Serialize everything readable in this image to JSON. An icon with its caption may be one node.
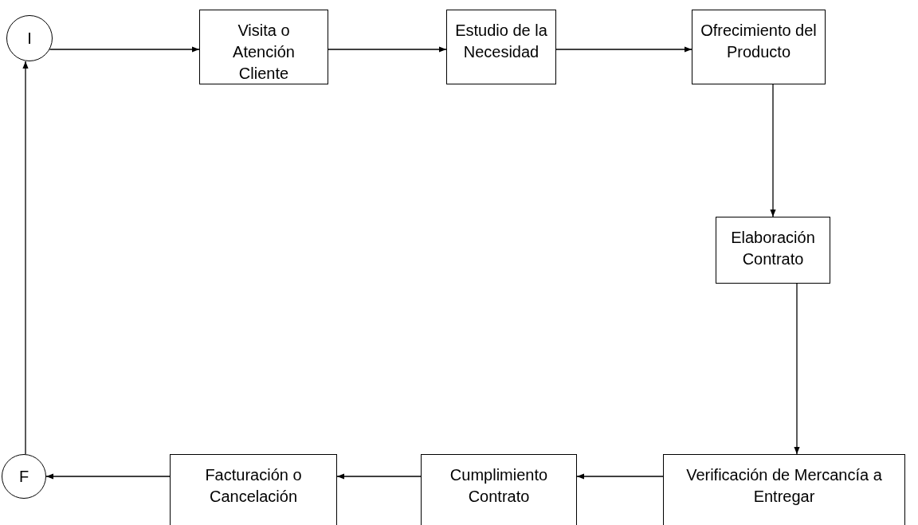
{
  "diagram": {
    "nodes": [
      {
        "text": [
          "I"
        ]
      },
      {
        "text": [
          "Visita o Atención Cliente"
        ]
      },
      {
        "text": [
          "Estudio de la Necesidad"
        ]
      },
      {
        "text": [
          "Ofrecimiento del Producto"
        ]
      },
      {
        "text": [
          "Elaboración Contrato"
        ]
      },
      {
        "text": [
          "Verificación de Mercancía a Entregar"
        ]
      },
      {
        "text": [
          "Cumplimiento Contrato"
        ]
      },
      {
        "text": [
          "Facturación o Cancelación"
        ]
      },
      {
        "text": [
          "F"
        ]
      }
    ],
    "edges": [
      {
        "from": 0,
        "to": 1,
        "arrow": "to"
      },
      {
        "from": 1,
        "to": 2,
        "arrow": "to"
      },
      {
        "from": 2,
        "to": 3,
        "arrow": "to"
      },
      {
        "from": 3,
        "to": 4,
        "arrow": "to"
      },
      {
        "from": 4,
        "to": 5,
        "arrow": "to"
      },
      {
        "from": 5,
        "to": 6,
        "arrow": "to"
      },
      {
        "from": 6,
        "to": 7,
        "arrow": "to"
      },
      {
        "from": 7,
        "to": 8,
        "arrow": "to"
      },
      {
        "from": 8,
        "to": 0,
        "arrow": "to"
      }
    ]
  }
}
